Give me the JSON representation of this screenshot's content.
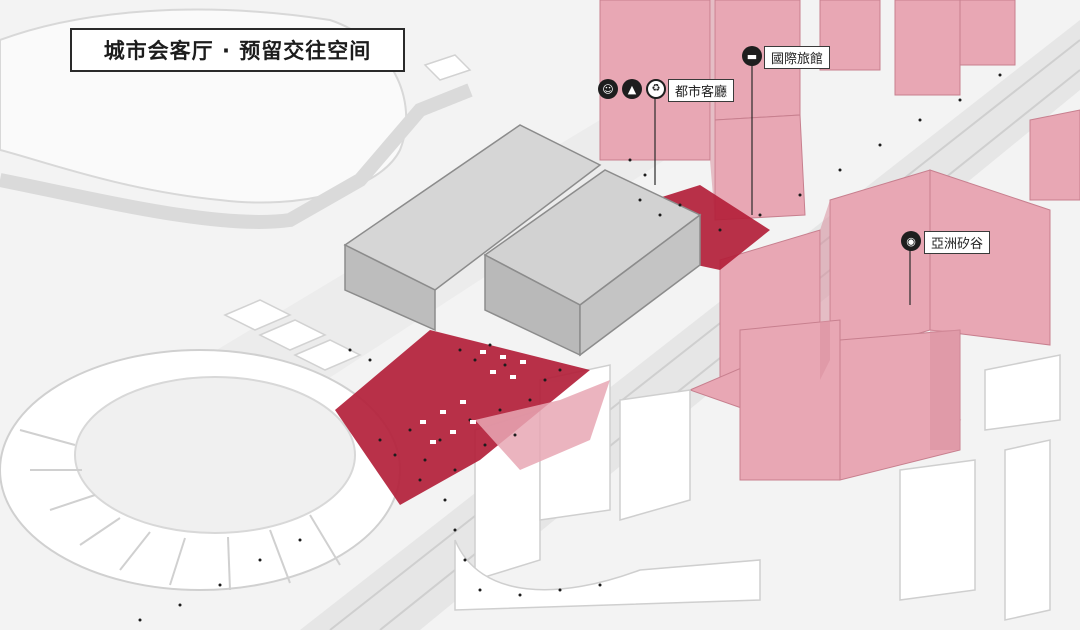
{
  "title": "城市会客厅 · 预留交往空间",
  "labels": {
    "hotel": "國際旅館",
    "city_lounge": "都市客廳",
    "silicon_valley": "亞洲矽谷"
  },
  "icons": {
    "hotel": "bed-icon",
    "theatre": "theatre-mask-icon",
    "forest": "tree-icon",
    "recycle": "recycle-icon",
    "globe": "globe-icon"
  },
  "colors": {
    "public_space": "#b3203a",
    "highlight_buildings": "#e8a7b4",
    "context_buildings": "#ffffff",
    "main_building": "#c9c9c9",
    "ground": "#f1f1f1"
  }
}
